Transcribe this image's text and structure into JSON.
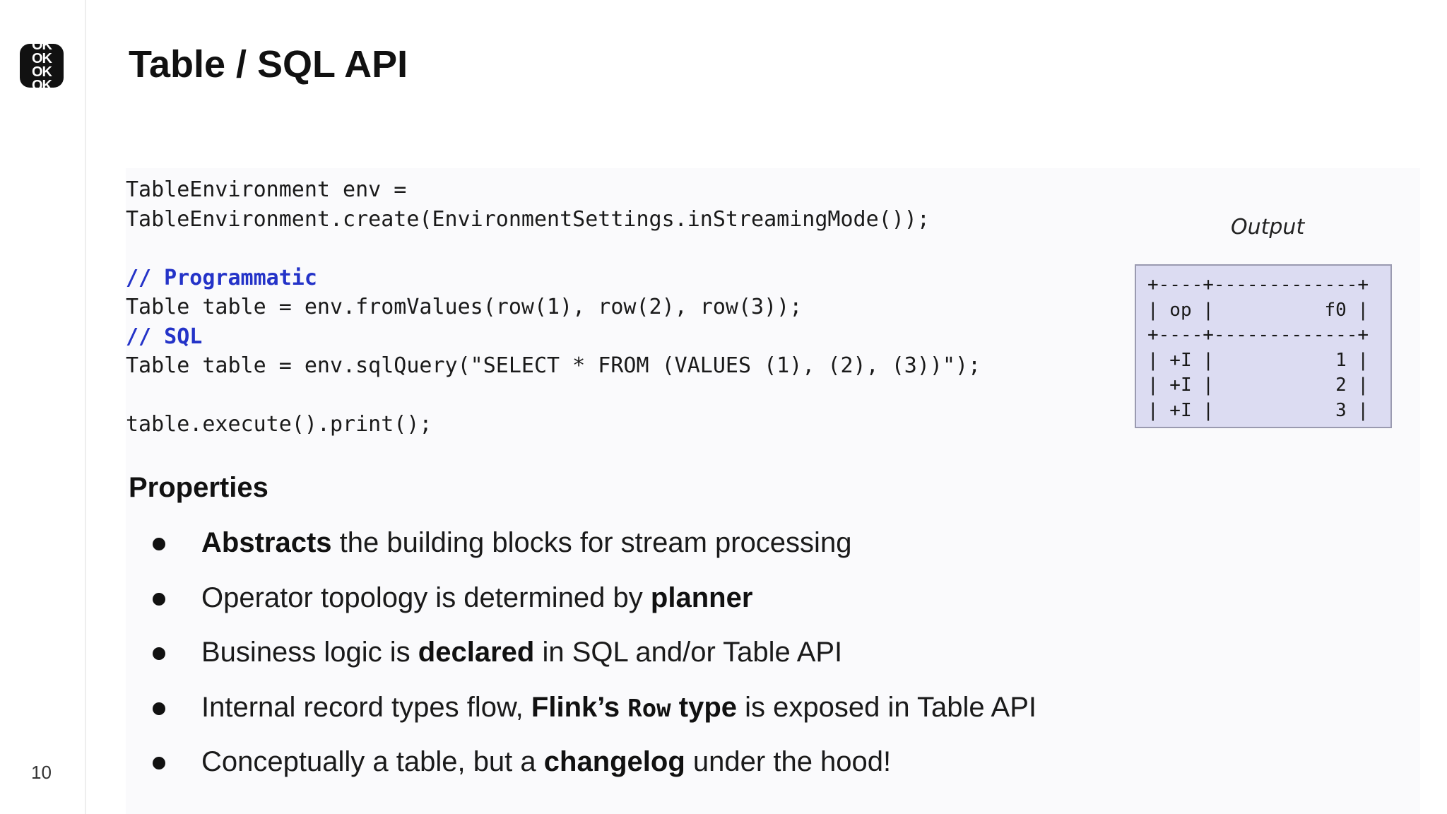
{
  "slide": {
    "title": "Table / SQL API",
    "page_number": "10",
    "logo_text": [
      "OK",
      "OK",
      "OK",
      "OK"
    ]
  },
  "code": {
    "line1": "TableEnvironment env =",
    "line2": "TableEnvironment.create(EnvironmentSettings.inStreamingMode());",
    "comment_programmatic": "// Programmatic",
    "line_programmatic": "Table table = env.fromValues(row(1), row(2), row(3));",
    "comment_sql": "// SQL",
    "line_sql": "Table table = env.sqlQuery(\"SELECT * FROM (VALUES (1), (2), (3))\");",
    "line_print": "table.execute().print();"
  },
  "output": {
    "label": "Output",
    "border_top": "+----+-------------+",
    "header_row": "| op |          f0 |",
    "border_mid": "+----+-------------+",
    "rows": [
      "| +I |           1 |",
      "| +I |           2 |",
      "| +I |           3 |"
    ]
  },
  "properties": {
    "heading": "Properties",
    "items": [
      {
        "segments": [
          {
            "text": "Abstracts",
            "bold": true
          },
          {
            "text": " the building blocks for stream processing"
          }
        ]
      },
      {
        "segments": [
          {
            "text": "Operator topology is determined by "
          },
          {
            "text": "planner",
            "bold": true
          }
        ]
      },
      {
        "segments": [
          {
            "text": "Business logic is "
          },
          {
            "text": "declared",
            "bold": true
          },
          {
            "text": " in SQL and/or Table API"
          }
        ]
      },
      {
        "segments": [
          {
            "text": "Internal record types flow, "
          },
          {
            "text": "Flink’s ",
            "bold": true
          },
          {
            "text": "Row",
            "bold": true,
            "mono": true
          },
          {
            "text": " type",
            "bold": true
          },
          {
            "text": " is exposed in Table API"
          }
        ]
      },
      {
        "segments": [
          {
            "text": "Conceptually a table, but a "
          },
          {
            "text": "changelog",
            "bold": true
          },
          {
            "text": " under the hood!"
          }
        ]
      }
    ]
  },
  "colors": {
    "comment": "#2433c8",
    "output_background": "#dcdcf2",
    "output_border": "#9a9ab0"
  }
}
